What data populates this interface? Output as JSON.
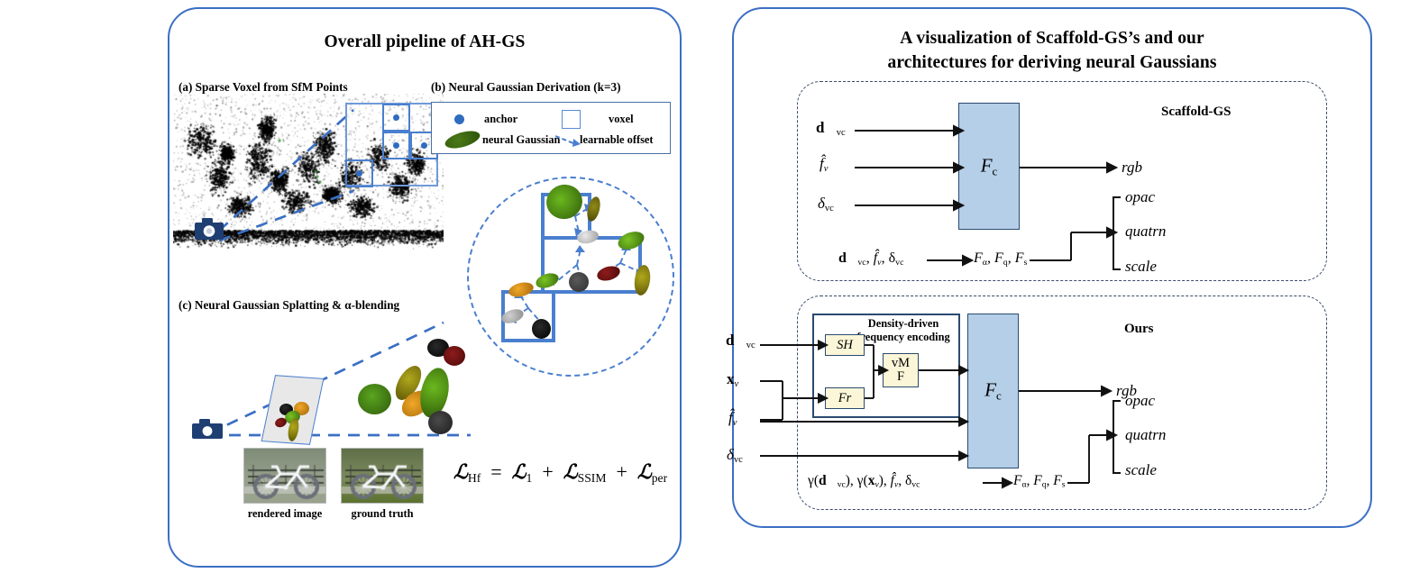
{
  "figure": {
    "left_panel": {
      "title": "Overall pipeline of AH-GS",
      "subcaptions": {
        "a": "(a) Sparse Voxel from SfM Points",
        "b": "(b) Neural Gaussian Derivation (k=3)",
        "c": "(c) Neural Gaussian Splatting & α-blending"
      },
      "legend": {
        "anchor": "anchor",
        "voxel": "voxel",
        "neural_gaussian": "neural Gaussian",
        "learnable_offset": "learnable offset"
      },
      "thumbnails": [
        {
          "caption": "rendered image"
        },
        {
          "caption": "ground truth"
        }
      ],
      "loss": {
        "lhs": "Hf",
        "terms": [
          "1",
          "SSIM",
          "per"
        ],
        "plain": "L_Hf = L_1 + L_SSIM + L_per"
      }
    },
    "right_panel": {
      "title_line1": "A visualization of Scaffold-GS’s and our",
      "title_line2": "architectures for deriving neural Gaussians",
      "scaffold": {
        "label": "Scaffold-GS",
        "inputs": [
          "d⃗vc",
          "f̂v",
          "δvc"
        ],
        "mlp": "Fc",
        "color_output": "rgb",
        "geom_inputs": "d⃗vc, f̂v, δvc",
        "geom_heads": "Fα, Fq, Fs",
        "geom_outputs": [
          "opac",
          "quatrn",
          "scale"
        ]
      },
      "ours": {
        "label": "Ours",
        "inputs": [
          "d⃗vc",
          "xv",
          "f̂v",
          "δvc"
        ],
        "encoder_title_line1": "Density-driven",
        "encoder_title_line2": "frequency encoding",
        "encoder_blocks": [
          "SH",
          "Fr",
          "vMF"
        ],
        "mlp": "Fc",
        "color_output": "rgb",
        "geom_inputs": "γ(d⃗vc), γ(xv), f̂v, δvc",
        "geom_heads": "Fα, Fq, Fs",
        "geom_outputs": [
          "opac",
          "quatrn",
          "scale"
        ]
      }
    },
    "colors": {
      "panel_border": "#3b6fc4",
      "voxel_blue": "#4a7fcf",
      "anchor_blue": "#2f6cc0",
      "mlp_fill": "#b5cfe8",
      "mlp_stroke": "#2a4a70",
      "enc_fill": "#fbf6d8",
      "arch_dash": "#3a4a6b",
      "gaussian_green": "#5aa520",
      "gaussian_darkgreen": "#2d5209",
      "gaussian_olive": "#a8a018",
      "gaussian_orange": "#e0941a",
      "gaussian_darkred": "#7d1616",
      "gaussian_gray": "#b0b0b0",
      "gaussian_darkgray": "#4a4a4a",
      "gaussian_black": "#141414"
    }
  }
}
